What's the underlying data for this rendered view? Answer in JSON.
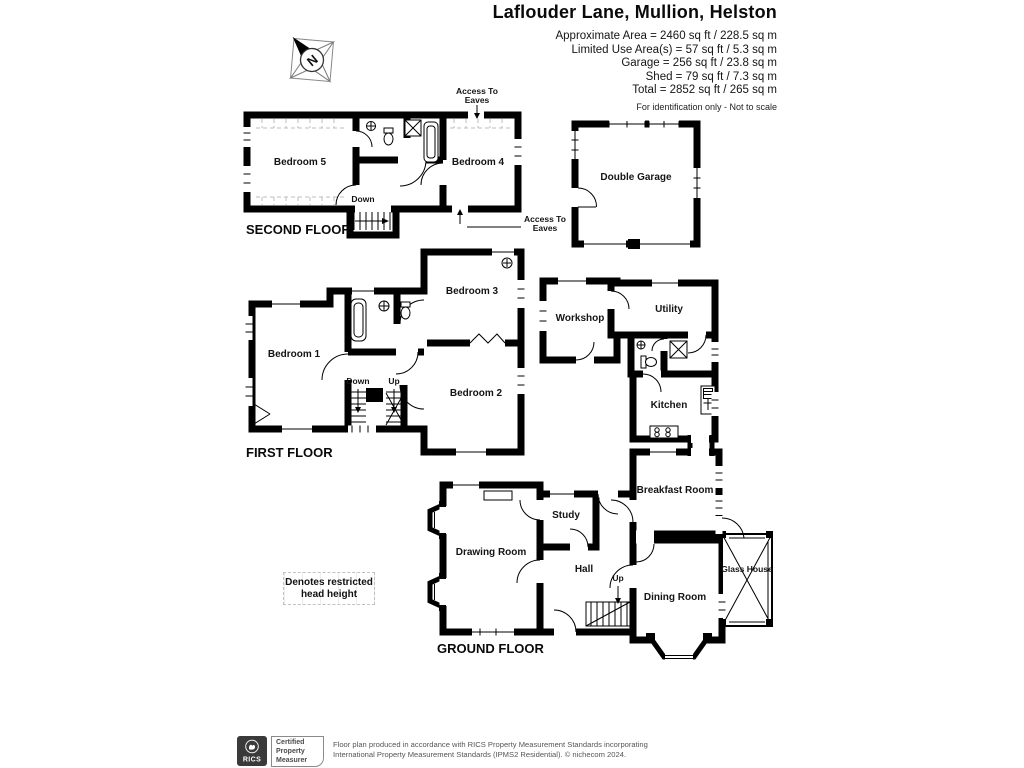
{
  "header": {
    "title": "Laflouder Lane, Mullion, Helston",
    "area_lines": [
      "Approximate Area = 2460 sq ft / 228.5 sq m",
      "Limited Use Area(s) = 57 sq ft / 5.3 sq m",
      "Garage = 256 sq ft / 23.8 sq m",
      "Shed = 79 sq ft / 7.3 sq m",
      "Total = 2852 sq ft / 265 sq m"
    ],
    "disclaimer": "For identification only - Not to scale"
  },
  "compass": {
    "north_letter": "N"
  },
  "second_floor": {
    "floor_label": "SECOND FLOOR",
    "rooms": {
      "bedroom5": "Bedroom 5",
      "bedroom4": "Bedroom 4"
    },
    "stairs": {
      "down": "Down"
    },
    "eaves": {
      "line1": "Access To",
      "line2": "Eaves"
    }
  },
  "garage": {
    "room": "Double Garage"
  },
  "first_floor": {
    "floor_label": "FIRST FLOOR",
    "rooms": {
      "bedroom1": "Bedroom 1",
      "bedroom2": "Bedroom 2",
      "bedroom3": "Bedroom 3"
    },
    "stairs": {
      "down": "Down",
      "up": "Up"
    }
  },
  "ground_floor": {
    "floor_label": "GROUND FLOOR",
    "rooms": {
      "workshop": "Workshop",
      "utility": "Utility",
      "kitchen": "Kitchen",
      "breakfast": "Breakfast Room",
      "study": "Study",
      "drawing": "Drawing Room",
      "hall": "Hall",
      "dining": "Dining Room",
      "glasshouse": "Glass House"
    },
    "stairs": {
      "up": "Up"
    }
  },
  "legend": {
    "line1": "Denotes restricted",
    "line2": "head height"
  },
  "footer": {
    "rics_logo_text": "RICS",
    "certification": {
      "line1": "Certified",
      "line2": "Property",
      "line3": "Measurer"
    },
    "disclaimer": [
      "Floor plan produced in accordance with RICS Property Measurement Standards incorporating",
      "International Property Measurement Standards (IPMS2 Residential).  © nichecom 2024."
    ]
  },
  "colors": {
    "wall": "#000000",
    "text": "#141414",
    "dash": "#bdbdbd"
  }
}
